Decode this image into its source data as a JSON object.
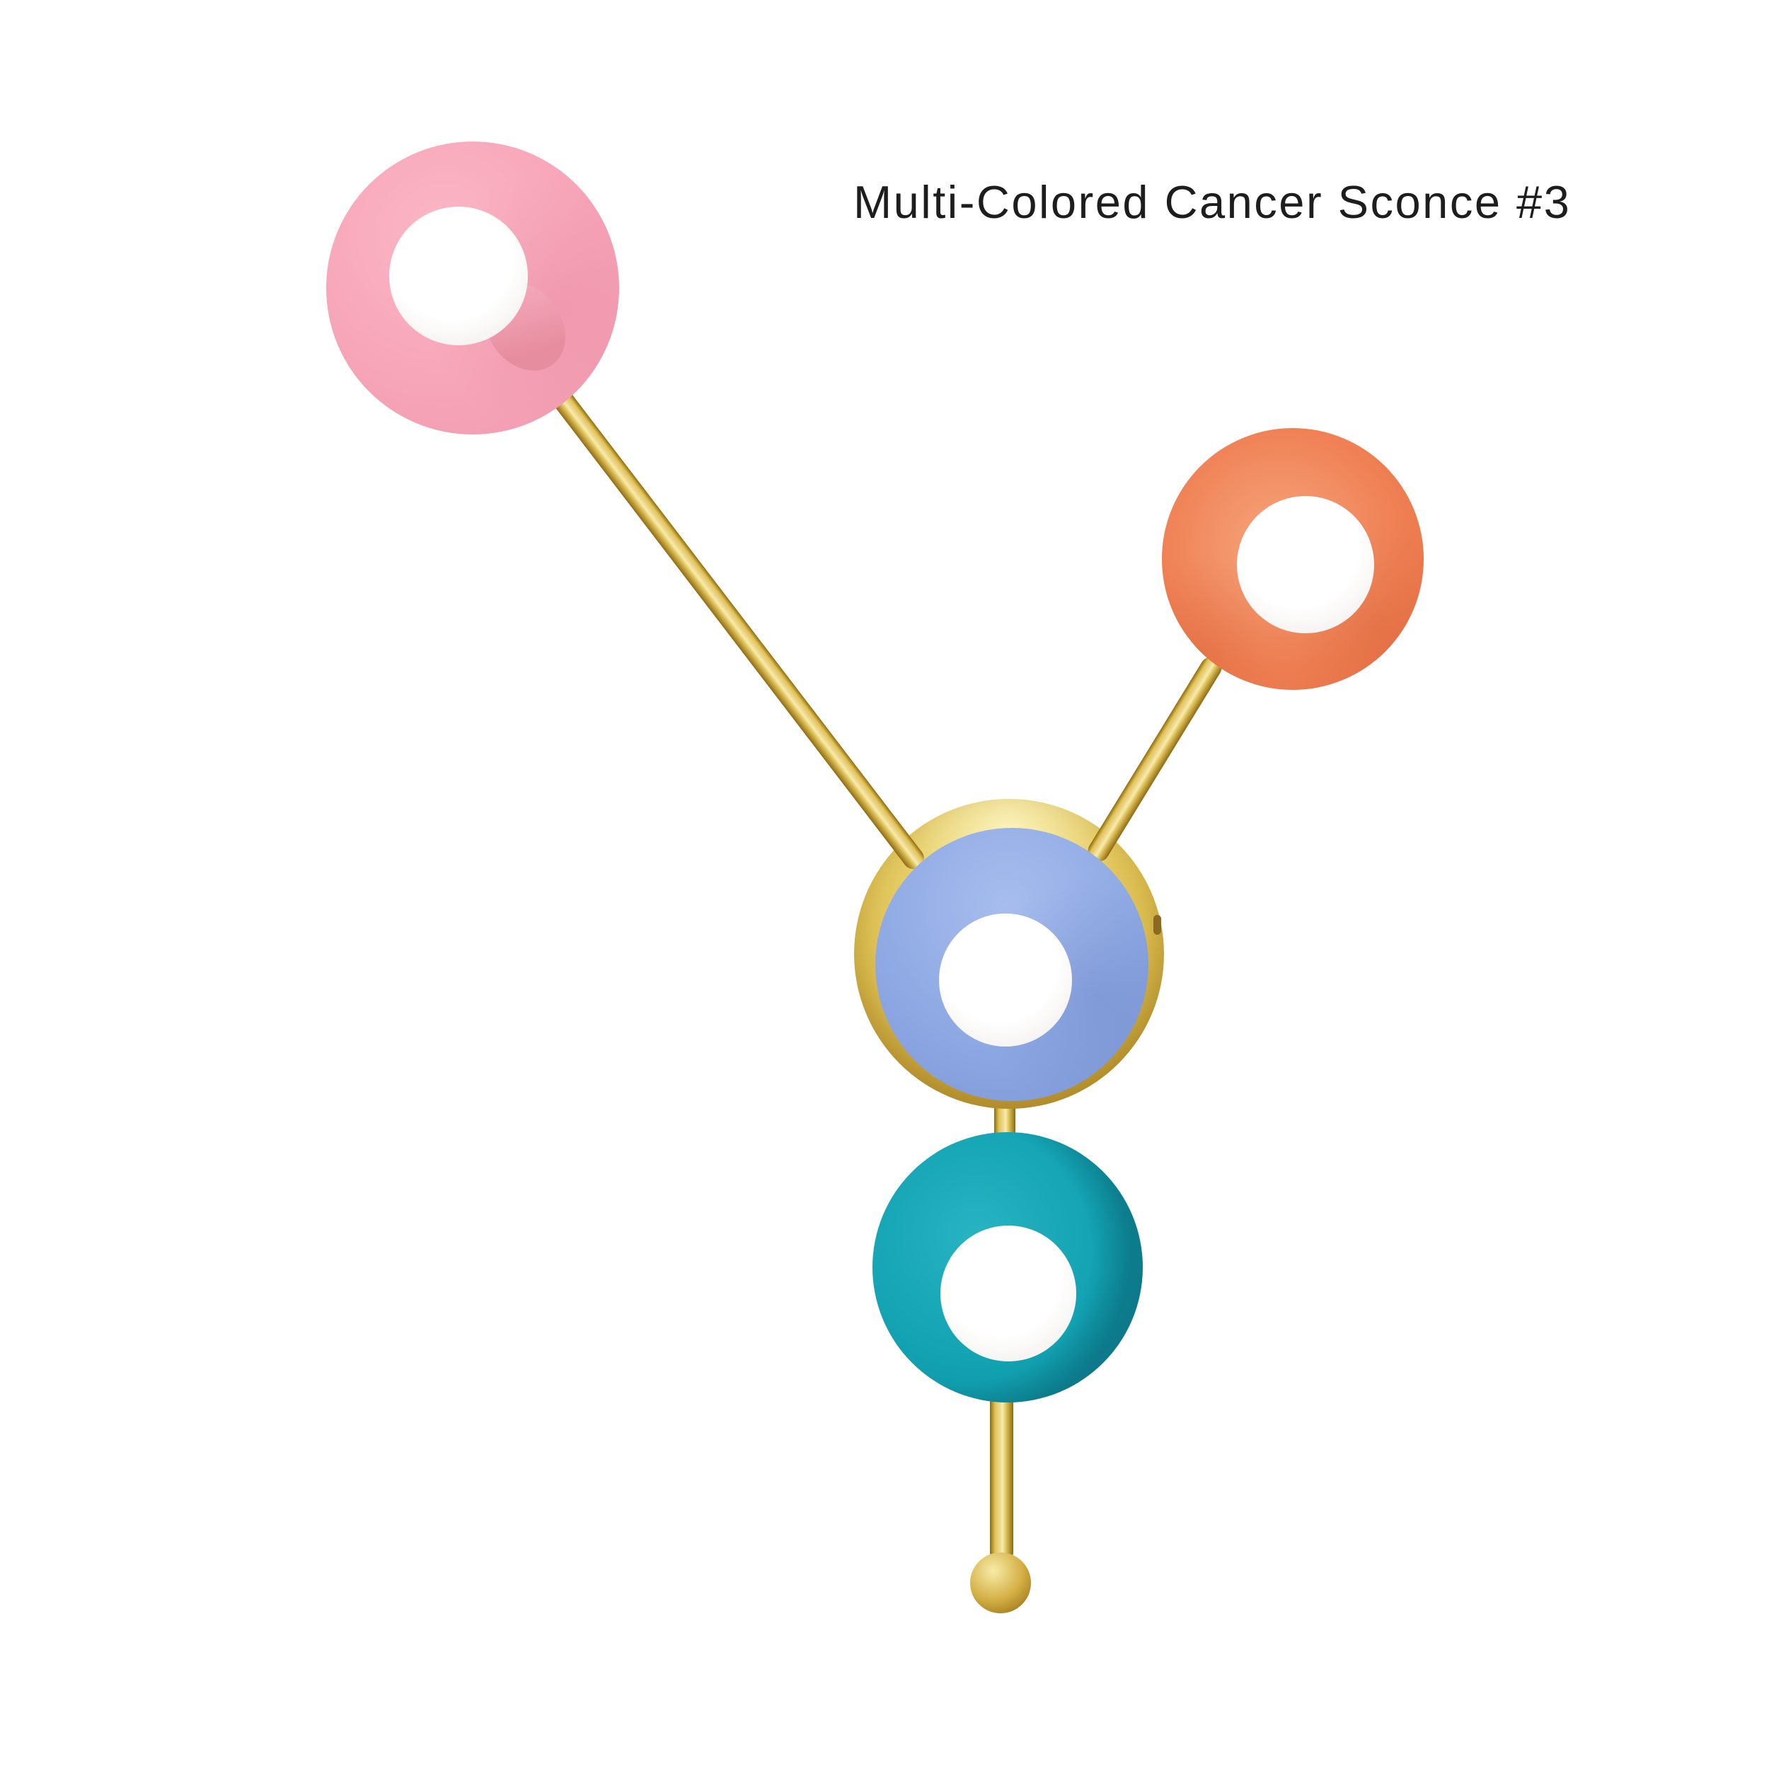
{
  "title": {
    "text": "Multi-Colored Cancer Sconce #3"
  },
  "product": {
    "kind": "wall sconce photo",
    "shades": [
      "pink",
      "coral",
      "periwinkle",
      "teal"
    ],
    "bulbs_count": 4
  },
  "colors": {
    "background": "#ffffff",
    "text": "#1d1d1d",
    "pink": "#f7a5b8",
    "pink-light": "#fbb7c6",
    "pink-dark": "#ef9ab0",
    "pink-socket": "#e68d9f",
    "pink-socket-light": "#f4a8ba",
    "coral": "#f08155",
    "coral-light": "#f6a67e",
    "coral-dark": "#e46f42",
    "periwinkle": "#8da8e3",
    "periwinkle-light": "#a7bdee",
    "periwinkle-dark": "#7d98d6",
    "teal": "#12a2b2",
    "teal-light": "#27b3c2",
    "teal-dark": "#0b8496",
    "brass": "#e0c355",
    "brass-light": "#f7eca8",
    "brass-dark": "#b9922c",
    "brass-deep": "#8f6a0e",
    "bulb": "#ffffff",
    "bulb-shadow": "#e9e6e2"
  }
}
